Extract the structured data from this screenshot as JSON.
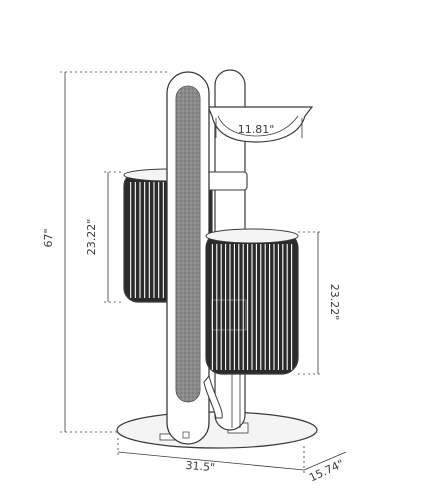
{
  "dimensions": {
    "total_height": "67\"",
    "upper_basket_height": "23.22\"",
    "lower_basket_height": "23.22\"",
    "bowl_diameter": "11.81\"",
    "base_width": "31.5\"",
    "base_depth": "15.74\""
  },
  "colors": {
    "line": "#3a3a3a",
    "post_fill": "#ffffff",
    "scratcher_fill": "#8a8a8a",
    "basket_dark": "#2b2b2b",
    "base_fill": "#f4f4f4"
  }
}
